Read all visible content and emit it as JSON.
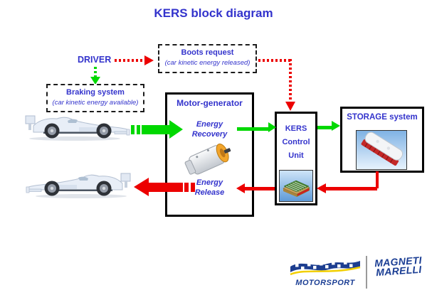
{
  "title": "KERS block diagram",
  "driver": {
    "label": "DRIVER"
  },
  "boxes": {
    "boost_request": {
      "title": "Boots request",
      "subtitle": "(car kinetic energy released)"
    },
    "braking_system": {
      "title": "Braking system",
      "subtitle": "(car kinetic energy available)"
    },
    "motor_generator": {
      "title": "Motor-generator",
      "energy_recovery": "Energy\nRecovery",
      "energy_release": "Energy\nRelease"
    },
    "kers_control_unit": {
      "title": "KERS\nControl\nUnit"
    },
    "storage_system": {
      "title": "STORAGE system"
    }
  },
  "icons": {
    "race_car_top": "race-car-side-view-facing-right",
    "race_car_bottom": "race-car-side-view-facing-left",
    "motor": "electric-motor-generator",
    "ecu": "kers-control-unit-module",
    "battery": "storage-battery-pack"
  },
  "logos": {
    "motorsport": {
      "label": "MOTORSPORT"
    },
    "magneti_marelli": {
      "line1": "MAGNETI",
      "line2": "MARELLI"
    }
  },
  "colors": {
    "text_blue": "#3333cc",
    "arrow_green": "#00d800",
    "arrow_red": "#ec0000",
    "logo_blue": "#1b3e94",
    "box_border": "#000000"
  }
}
